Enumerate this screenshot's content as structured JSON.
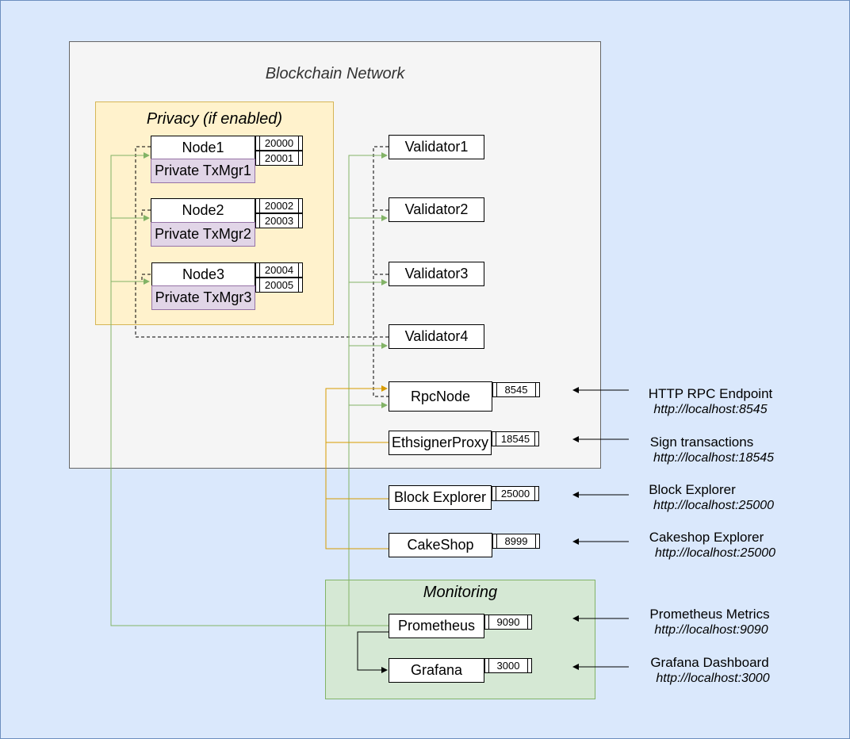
{
  "network": {
    "title": "Blockchain Network"
  },
  "privacy": {
    "title": "Privacy (if enabled)"
  },
  "monitoring": {
    "title": "Monitoring"
  },
  "nodes": [
    {
      "name": "Node1",
      "txmgr": "Private TxMgr1",
      "ports": [
        "20000",
        "20001"
      ]
    },
    {
      "name": "Node2",
      "txmgr": "Private TxMgr2",
      "ports": [
        "20002",
        "20003"
      ]
    },
    {
      "name": "Node3",
      "txmgr": "Private TxMgr3",
      "ports": [
        "20004",
        "20005"
      ]
    }
  ],
  "validators": [
    "Validator1",
    "Validator2",
    "Validator3",
    "Validator4"
  ],
  "services": [
    {
      "name": "RpcNode",
      "port": "8545",
      "label": "HTTP RPC Endpoint",
      "url": "http://localhost:8545"
    },
    {
      "name": "EthsignerProxy",
      "port": "18545",
      "label": "Sign transactions",
      "url": "http://localhost:18545"
    },
    {
      "name": "Block Explorer",
      "port": "25000",
      "label": "Block Explorer",
      "url": "http://localhost:25000"
    },
    {
      "name": "CakeShop",
      "port": "8999",
      "label": "Cakeshop Explorer",
      "url": "http://localhost:25000"
    }
  ],
  "monitors": [
    {
      "name": "Prometheus",
      "port": "9090",
      "label": "Prometheus Metrics",
      "url": "http://localhost:9090"
    },
    {
      "name": "Grafana",
      "port": "3000",
      "label": "Grafana Dashboard",
      "url": "http://localhost:3000"
    }
  ],
  "colors": {
    "background": "#dae8fc",
    "network_fill": "#f5f5f5",
    "privacy_fill": "#fff2cc",
    "txmgr_fill": "#e1d5e7",
    "monitoring_fill": "#d5e8d4",
    "green_link": "#82b366",
    "orange_link": "#d79b00"
  }
}
